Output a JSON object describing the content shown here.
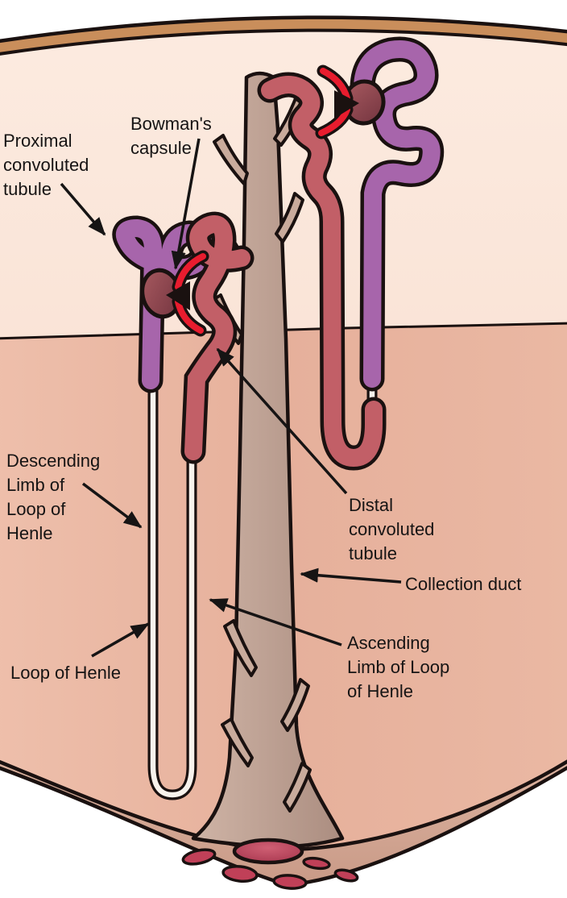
{
  "figure": {
    "name": "Nephron and collecting duct diagram",
    "labels": {
      "proximal": "Proximal\nconvoluted\ntubule",
      "bowmans": "Bowman's\ncapsule",
      "descending": "Descending\nLimb of\nLoop of\nHenle",
      "distal": "Distal\nconvoluted\ntubule",
      "collection": "Collection duct",
      "ascending": "Ascending\nLimb of Loop\nof Henle",
      "loop": "Loop of Henle"
    },
    "palette": {
      "background": "#ffffff",
      "cortex": "#f8dccd",
      "medulla": "#e8b49f",
      "capsule_band": "#c98e5b",
      "outline": "#1a1110",
      "collecting_duct": "#c3a697",
      "proximal_tubule_purple": "#a765ab",
      "distal_tubule_red": "#c25f67",
      "glomerulus_maroon": "#8e434c",
      "arteriole_red": "#e81c2e",
      "thin_limb_white": "#f7f2ec",
      "papilla": "#d5a994",
      "duct_opening_crimson": "#b84058"
    }
  }
}
